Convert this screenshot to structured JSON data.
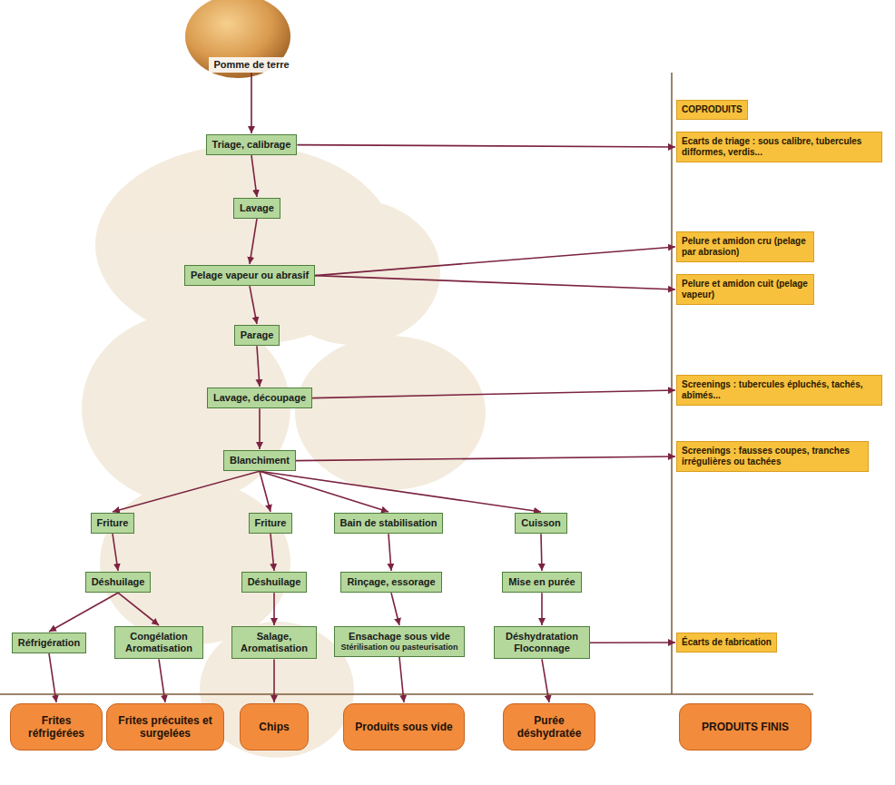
{
  "diagram": {
    "nodes": [
      {
        "text": [
          "Pomme de terre"
        ]
      },
      {
        "text": [
          "Triage, calibrage"
        ]
      },
      {
        "text": [
          "Lavage"
        ]
      },
      {
        "text": [
          "Pelage vapeur ou abrasif"
        ]
      },
      {
        "text": [
          "Parage"
        ]
      },
      {
        "text": [
          "Lavage, découpage"
        ]
      },
      {
        "text": [
          "Blanchiment"
        ]
      },
      {
        "text": [
          "Friture"
        ]
      },
      {
        "text": [
          "Friture"
        ]
      },
      {
        "text": [
          "Bain de stabilisation"
        ]
      },
      {
        "text": [
          "Cuisson"
        ]
      },
      {
        "text": [
          "Déshuilage"
        ]
      },
      {
        "text": [
          "Déshuilage"
        ]
      },
      {
        "text": [
          "Rinçage, essorage"
        ]
      },
      {
        "text": [
          "Mise en purée"
        ]
      },
      {
        "text": [
          "Réfrigération"
        ]
      },
      {
        "text": [
          "Congélation Aromatisation"
        ]
      },
      {
        "text": [
          "Salage, Aromatisation"
        ]
      },
      {
        "text": [
          "Ensachage sous vide",
          "Stérilisation ou pasteurisation"
        ]
      },
      {
        "text": [
          "Déshydratation Floconnage"
        ]
      },
      {
        "text": [
          "Frites réfrigérées"
        ]
      },
      {
        "text": [
          "Frites précuites et surgelées"
        ]
      },
      {
        "text": [
          "Chips"
        ]
      },
      {
        "text": [
          "Produits sous vide"
        ]
      },
      {
        "text": [
          "Purée déshydratée"
        ]
      },
      {
        "text": [
          "PRODUITS FINIS"
        ]
      },
      {
        "text": [
          "COPRODUITS"
        ]
      },
      {
        "text": [
          "Ecarts de triage : sous calibre, tubercules difformes, verdis..."
        ]
      },
      {
        "text": [
          "Pelure et amidon cru (pelage par abrasion)"
        ]
      },
      {
        "text": [
          "Pelure et amidon cuit (pelage vapeur)"
        ]
      },
      {
        "text": [
          "Screenings : tubercules épluchés, tachés, abîmés..."
        ]
      },
      {
        "text": [
          "Screenings : fausses coupes, tranches irrégulières ou tachées"
        ]
      },
      {
        "text": [
          "Écarts de fabrication"
        ]
      }
    ],
    "edges": [
      {
        "from": 0,
        "to": 1,
        "arrow": "to"
      },
      {
        "from": 1,
        "to": 2,
        "arrow": "to"
      },
      {
        "from": 2,
        "to": 3,
        "arrow": "to"
      },
      {
        "from": 3,
        "to": 4,
        "arrow": "to"
      },
      {
        "from": 4,
        "to": 5,
        "arrow": "to"
      },
      {
        "from": 5,
        "to": 6,
        "arrow": "to"
      },
      {
        "from": 6,
        "to": 7,
        "arrow": "to"
      },
      {
        "from": 6,
        "to": 8,
        "arrow": "to"
      },
      {
        "from": 6,
        "to": 9,
        "arrow": "to"
      },
      {
        "from": 6,
        "to": 10,
        "arrow": "to"
      },
      {
        "from": 7,
        "to": 11,
        "arrow": "to"
      },
      {
        "from": 8,
        "to": 12,
        "arrow": "to"
      },
      {
        "from": 9,
        "to": 13,
        "arrow": "to"
      },
      {
        "from": 10,
        "to": 14,
        "arrow": "to"
      },
      {
        "from": 11,
        "to": 15,
        "arrow": "to"
      },
      {
        "from": 11,
        "to": 16,
        "arrow": "to"
      },
      {
        "from": 12,
        "to": 17,
        "arrow": "to"
      },
      {
        "from": 13,
        "to": 18,
        "arrow": "to"
      },
      {
        "from": 14,
        "to": 19,
        "arrow": "to"
      },
      {
        "from": 15,
        "to": 20,
        "arrow": "to"
      },
      {
        "from": 16,
        "to": 21,
        "arrow": "to"
      },
      {
        "from": 17,
        "to": 22,
        "arrow": "to"
      },
      {
        "from": 18,
        "to": 23,
        "arrow": "to"
      },
      {
        "from": 19,
        "to": 24,
        "arrow": "to"
      },
      {
        "from": 1,
        "to": 27,
        "arrow": "to"
      },
      {
        "from": 3,
        "to": 28,
        "arrow": "to"
      },
      {
        "from": 3,
        "to": 29,
        "arrow": "to"
      },
      {
        "from": 5,
        "to": 30,
        "arrow": "to"
      },
      {
        "from": 6,
        "to": 31,
        "arrow": "to"
      },
      {
        "from": 19,
        "to": 32,
        "arrow": "to"
      }
    ]
  }
}
